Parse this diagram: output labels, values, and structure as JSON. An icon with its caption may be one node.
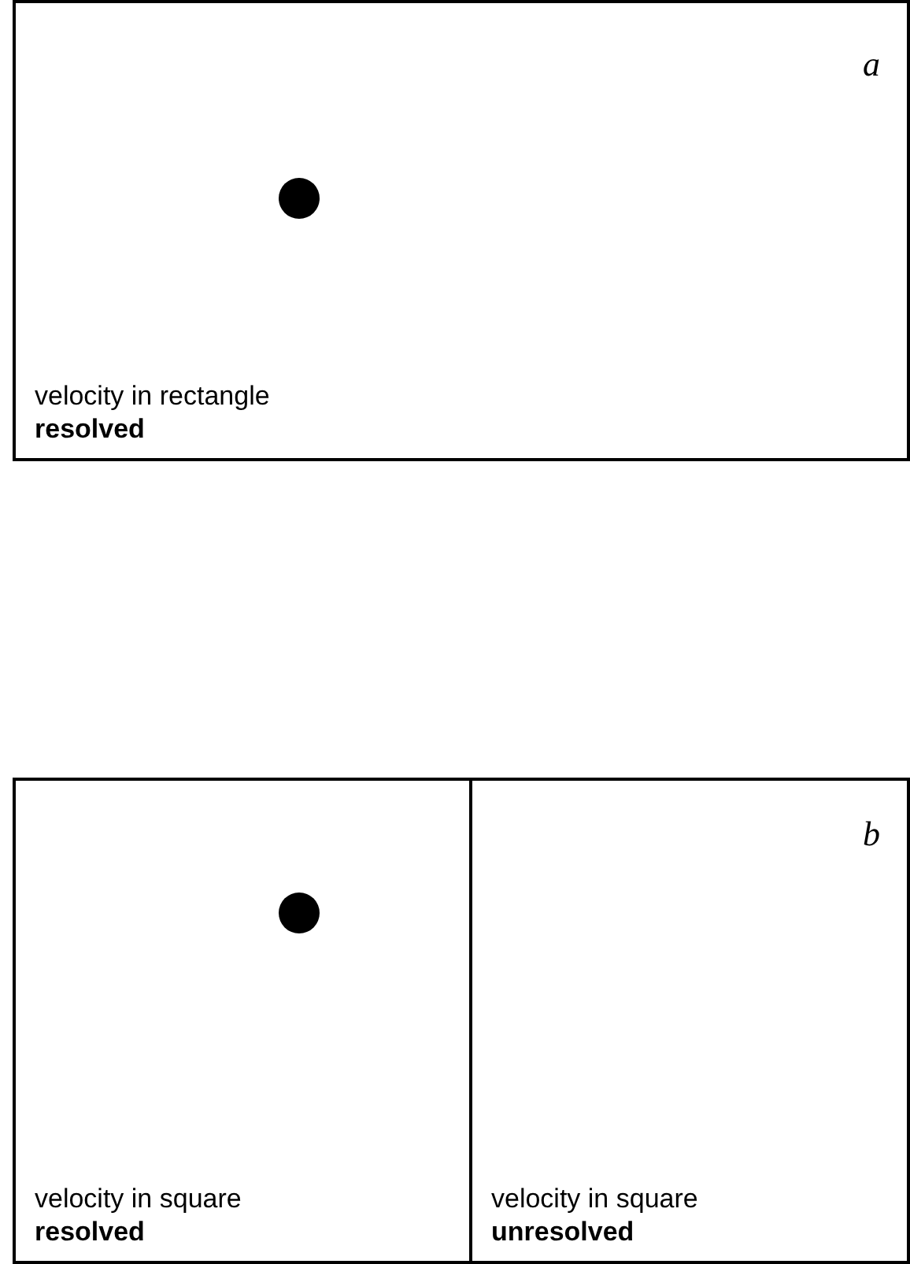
{
  "diagram": {
    "nodes": [
      {
        "text": [
          "velocity in rectangle",
          "resolved"
        ]
      },
      {
        "text": [
          "velocity in square",
          "resolved"
        ]
      },
      {
        "text": [
          "velocity in square",
          "unresolved"
        ]
      }
    ],
    "labels": [
      "a",
      "b"
    ]
  }
}
